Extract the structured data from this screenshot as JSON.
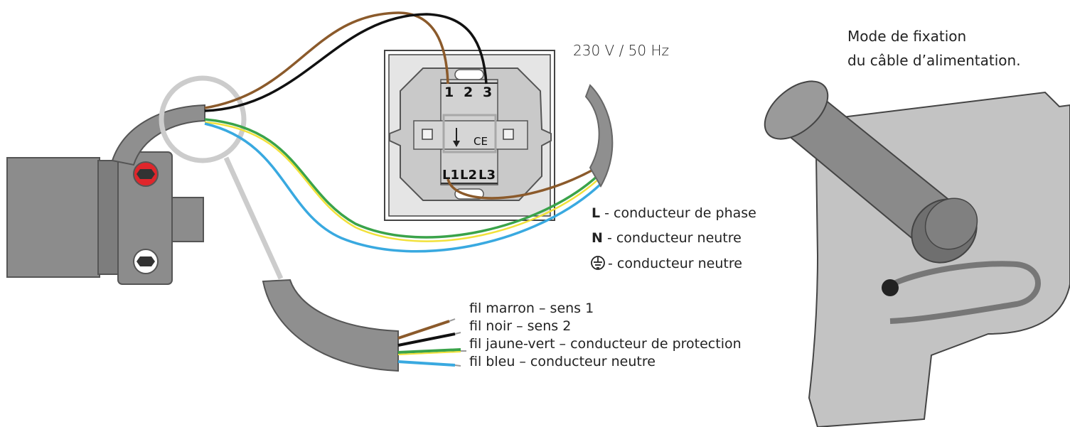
{
  "mount_caption": [
    "Mode de fixation",
    "du câble d’alimentation."
  ],
  "supply_label": "230 V / 50 Hz",
  "switch": {
    "top_terminals": [
      "1",
      "2",
      "3"
    ],
    "bottom_terminals": [
      "L1",
      "L2",
      "L3"
    ],
    "ce_mark": "CE",
    "arrow": "↓"
  },
  "legend": [
    {
      "letter": "L",
      "text": " - conducteur de phase"
    },
    {
      "letter": "N",
      "text": " - conducteur neutre"
    },
    {
      "letter": "",
      "symbol": "earth-icon",
      "text": "- conducteur neutre"
    }
  ],
  "wires": [
    {
      "label": "fil marron – sens 1",
      "color": "#8b5a2b"
    },
    {
      "label": "fil noir – sens 2",
      "color": "#111111"
    },
    {
      "label": "fil jaune-vert – conducteur de protection",
      "color": "#3aa34a",
      "stripe": "#f2e13a"
    },
    {
      "label": "fil bleu – conducteur neutre",
      "color": "#39a9e0"
    }
  ],
  "colors": {
    "cable_grey": "#8f8f8f",
    "motor_grey": "#8c8c8c",
    "switch_plate": "#e5e5e5",
    "switch_body": "#c9c9c9",
    "bracket": "#c3c3c3",
    "bolt_red": "#e0262b"
  }
}
